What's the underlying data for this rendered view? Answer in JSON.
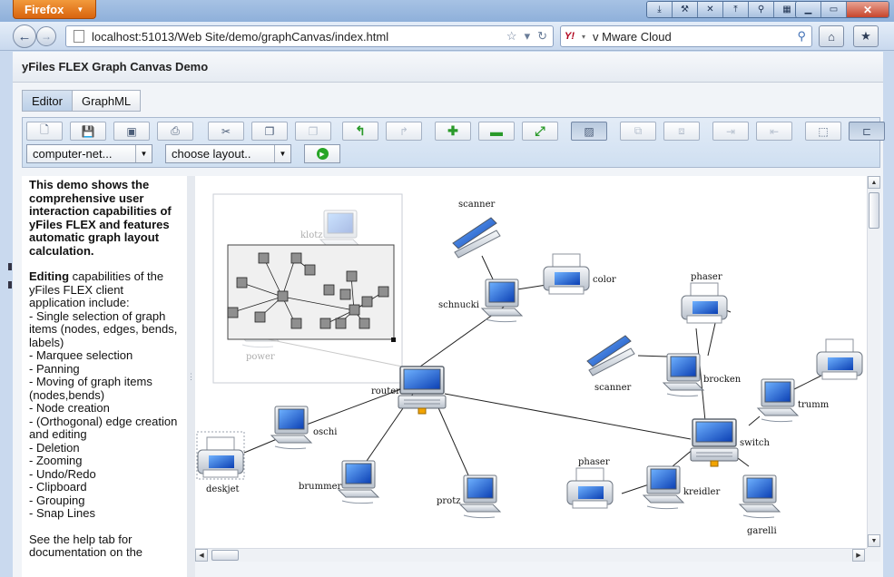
{
  "browser": {
    "menu_button": "Firefox",
    "url": "localhost:51013/Web Site/demo/graphCanvas/index.html",
    "search_text": "v Mware Cloud",
    "search_engine": "Y!"
  },
  "app": {
    "title": "yFiles FLEX Graph Canvas Demo",
    "tabs": [
      {
        "label": "Editor",
        "active": true
      },
      {
        "label": "GraphML",
        "active": false
      }
    ],
    "graph_select": "computer-net...",
    "layout_select": "choose layout.."
  },
  "sidebar": {
    "intro": "This demo shows the comprehensive user interaction capabilities of yFiles FLEX and features automatic graph layout calculation.",
    "editing_bold": "Editing",
    "editing_rest": " capabilities of the yFiles FLEX client application include:",
    "features": [
      "- Single selection of graph items (nodes, edges, bends, labels)",
      "- Marquee selection",
      "- Panning",
      "- Moving of graph items (nodes,bends)",
      "- Node creation",
      "- (Orthogonal) edge creation and editing",
      "- Deletion",
      "- Zooming",
      "- Undo/Redo",
      "- Clipboard",
      "- Grouping",
      "- Snap Lines"
    ],
    "footer": "See the help tab for documentation on the"
  },
  "graph": {
    "nodes": {
      "scanner1": "scanner",
      "color": "color",
      "schnucki": "schnucki",
      "klotz": "klotz",
      "power": "power",
      "router": "router",
      "phaser1": "phaser",
      "scanner2": "scanner",
      "brocken": "brocken",
      "trumm": "trumm",
      "switch": "switch",
      "oschi": "oschi",
      "deskjet": "deskjet",
      "brummer": "brummer",
      "protz": "protz",
      "phaser2": "phaser",
      "kreidler": "kreidler",
      "garelli": "garelli"
    }
  }
}
